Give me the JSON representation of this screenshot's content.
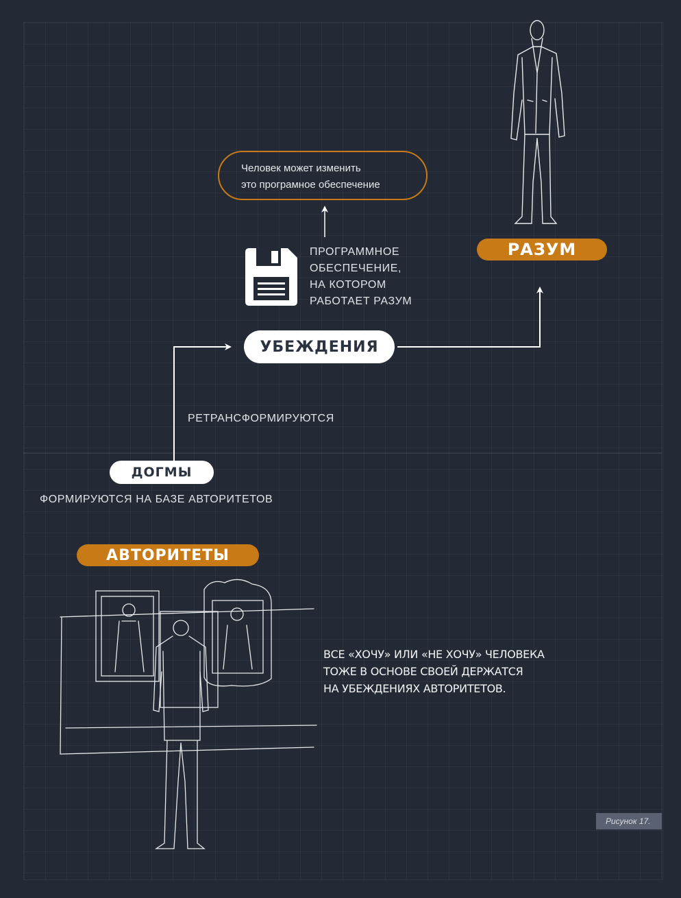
{
  "callout": {
    "line1": "Человек может изменить",
    "line2": "это програмное обеспечение"
  },
  "software": {
    "icon": "floppy-disk-icon",
    "line1": "ПРОГРАММНОЕ",
    "line2": "ОБЕСПЕЧЕНИЕ,",
    "line3": "НА КОТОРОМ",
    "line4": "РАБОТАЕТ РАЗУМ"
  },
  "nodes": {
    "mind": "РАЗУМ",
    "beliefs": "УБЕЖДЕНИЯ",
    "dogmas": "ДОГМЫ",
    "authorities": "АВТОРИТЕТЫ"
  },
  "labels": {
    "retransform": "РЕТРАНСФОРМИРУЮТСЯ",
    "formed": "ФОРМИРУЮТСЯ НА БАЗЕ АВТОРИТЕТОВ"
  },
  "quote": {
    "line1": "ВСЕ «ХОЧУ» ИЛИ «НЕ ХОЧУ»  ЧЕЛОВЕКА",
    "line2": "ТОЖЕ В ОСНОВЕ СВОЕЙ ДЕРЖАТСЯ",
    "line3": "НА УБЕЖДЕНИЯХ АВТОРИТЕТОВ."
  },
  "figure_label": "Рисунок 17.",
  "colors": {
    "background": "#232a35",
    "accent": "#c77a16",
    "pill_white": "#ffffff"
  }
}
